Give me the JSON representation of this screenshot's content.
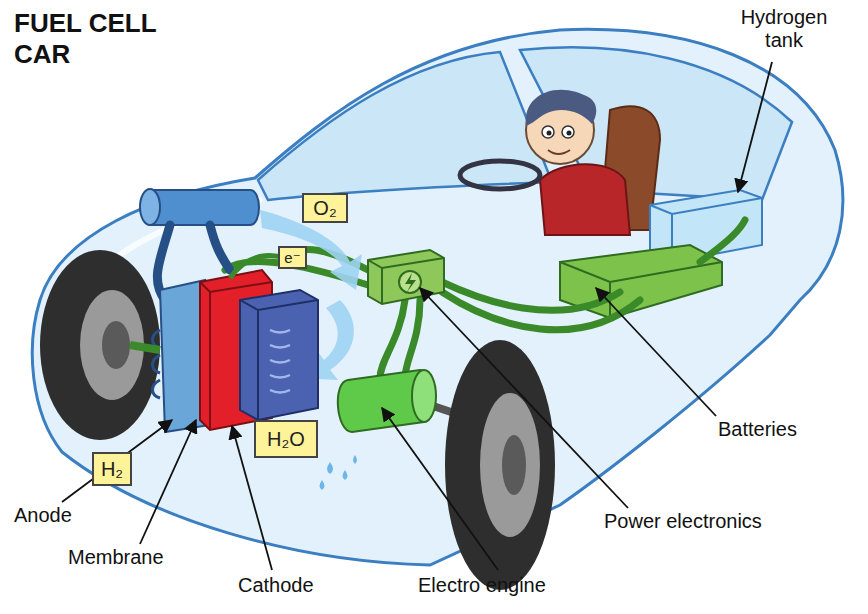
{
  "diagram": {
    "title": "FUEL CELL CAR",
    "nodes": [
      {
        "text": [
          "O₂"
        ]
      },
      {
        "text": [
          "e⁻"
        ]
      },
      {
        "text": [
          "H₂"
        ]
      },
      {
        "text": [
          "H₂O"
        ]
      }
    ],
    "labels": [
      "Hydrogen tank",
      "Batteries",
      "Power electronics",
      "Electro engine",
      "Cathode",
      "Membrane",
      "Anode"
    ]
  }
}
